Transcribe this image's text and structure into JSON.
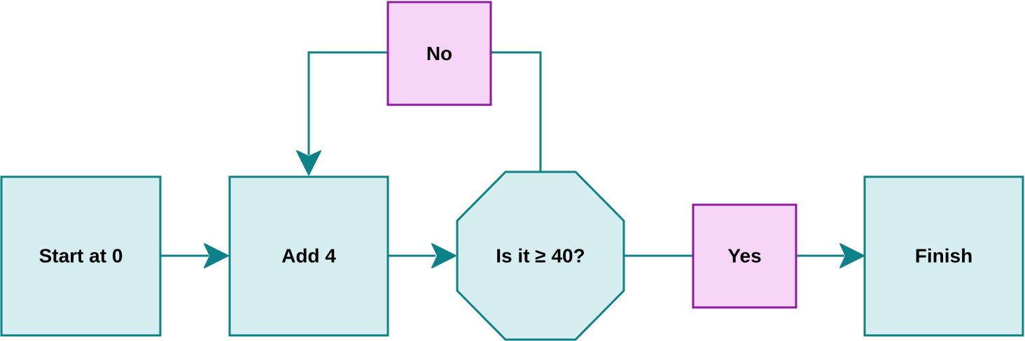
{
  "colors": {
    "connector": "#0e8088",
    "process_fill": "#d6eef0",
    "process_stroke": "#0e8088",
    "label_fill": "#f7d5f9",
    "label_stroke": "#8e1a9e",
    "text": "#000000"
  },
  "nodes": {
    "start": {
      "label": "Start at 0"
    },
    "add": {
      "label": "Add 4"
    },
    "decision": {
      "label": "Is it ≥ 40?"
    },
    "yes": {
      "label": "Yes"
    },
    "no": {
      "label": "No"
    },
    "finish": {
      "label": "Finish"
    }
  },
  "arrow_icon": "arrow-head"
}
